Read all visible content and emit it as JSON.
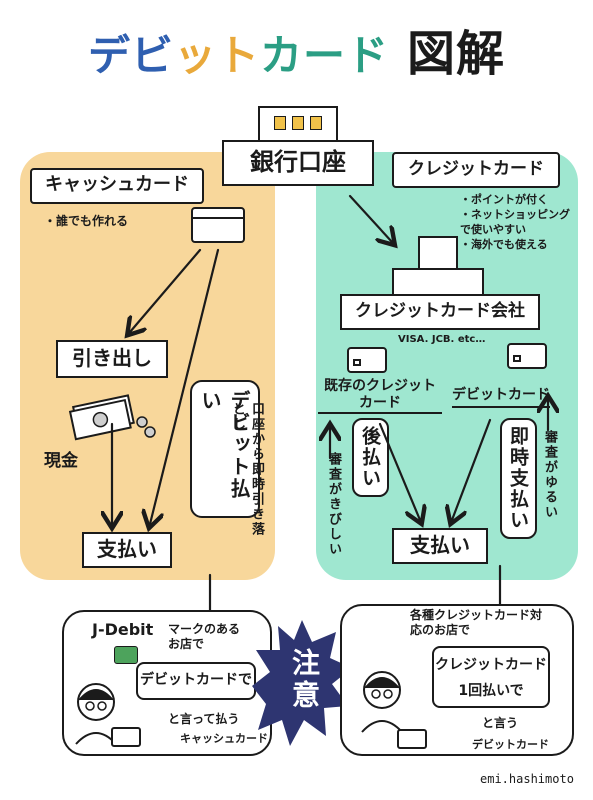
{
  "title": {
    "part1": "デビ",
    "part2": "ット",
    "part3": "カード",
    "part4": "図解"
  },
  "bank": {
    "label": "銀行口座"
  },
  "left": {
    "heading": "キャッシュカード",
    "note": "・誰でも作れる",
    "withdraw": "引き出し",
    "cash": "現金",
    "debit_pay": "デビット払い",
    "instant_note": "口座から即時引き落とし",
    "pay": "支払い"
  },
  "right": {
    "heading": "クレジットカード",
    "bullets": [
      "・ポイントが付く",
      "・ネットショッピングで使いやすい",
      "・海外でも使える"
    ],
    "company": "クレジットカード会社",
    "brands": "VISA. JCB. etc…",
    "existing": "既存のクレジットカード",
    "debit_card": "デビットカード",
    "post_pay": "後払い",
    "instant_pay": "即時支払い",
    "strict": "審査がきびしい",
    "lenient": "審査がゆるい",
    "pay": "支払い"
  },
  "bottom_left": {
    "jdebit": "J-Debit",
    "mark_note": "マークのあるお店で",
    "speech": "デビットカードで",
    "say": "と言って払う",
    "card_note": "キャッシュカード"
  },
  "caution": "注意",
  "bottom_right": {
    "store_note": "各種クレジットカード対応のお店で",
    "speech_line1": "クレジットカード",
    "speech_line2": "1回払いで",
    "say": "と言う",
    "card_note": "デビットカード"
  },
  "signature": "emi.hashimoto",
  "colors": {
    "left_panel": "#f8d79b",
    "right_panel": "#9fe7d0",
    "caution_bg": "#2e3571",
    "title_blue": "#2f5fb0",
    "title_orange": "#e9a93b",
    "title_green": "#2b9e84"
  }
}
